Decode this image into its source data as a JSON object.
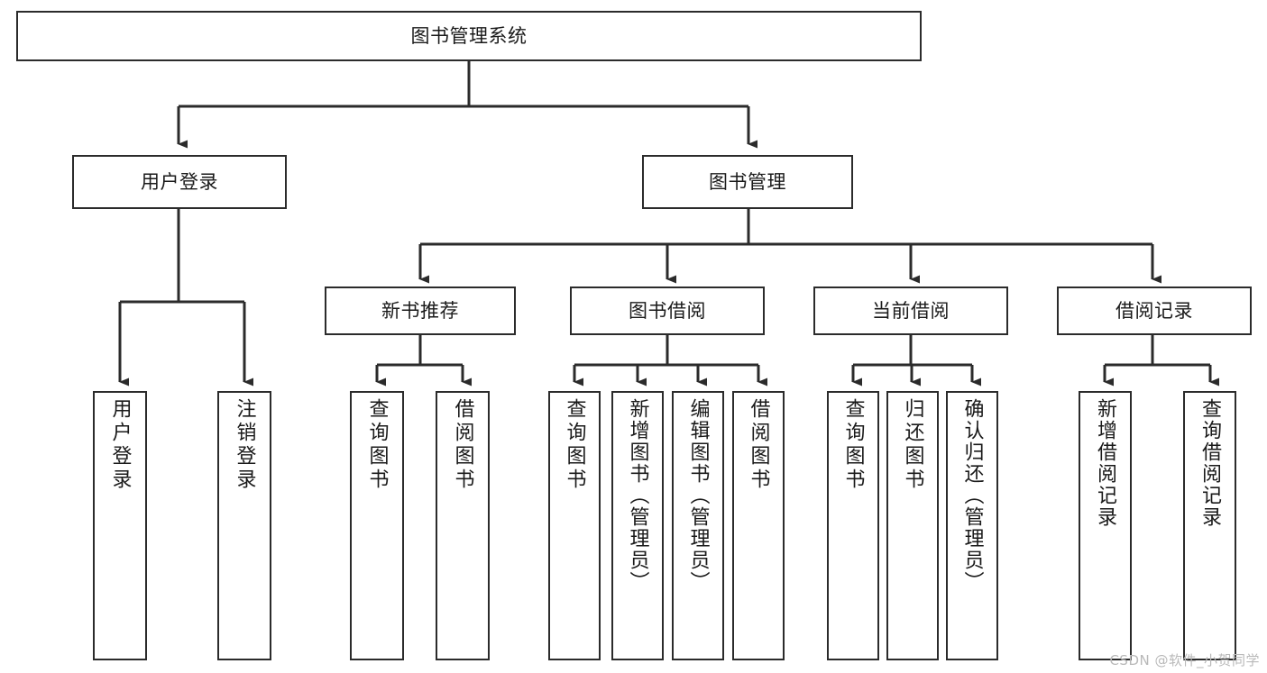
{
  "diagram": {
    "title": "图书管理系统",
    "type": "tree-hierarchy-chart",
    "colors": {
      "box_border": "#2b2b2b",
      "box_fill": "#ffffff",
      "edge": "#2b2b2b",
      "text": "#1a1a1a",
      "watermark": "#b9b9b9",
      "background": "#ffffff"
    },
    "nodes": {
      "root": {
        "label": "图书管理系统"
      },
      "level2": [
        {
          "id": "user-login",
          "label": "用户登录"
        },
        {
          "id": "book-manage",
          "label": "图书管理"
        }
      ],
      "level3": [
        {
          "id": "new-book-recommend",
          "label": "新书推荐"
        },
        {
          "id": "book-borrow",
          "label": "图书借阅"
        },
        {
          "id": "current-borrow",
          "label": "当前借阅"
        },
        {
          "id": "borrow-record",
          "label": "借阅记录"
        }
      ],
      "leaves": {
        "user-login": [
          {
            "id": "leaf-user-login",
            "label": "用户登录"
          },
          {
            "id": "leaf-logout",
            "label": "注销登录"
          }
        ],
        "new-book-recommend": [
          {
            "id": "leaf-query-book-1",
            "label": "查询图书"
          },
          {
            "id": "leaf-borrow-book-1",
            "label": "借阅图书"
          }
        ],
        "book-borrow": [
          {
            "id": "leaf-query-book-2",
            "label": "查询图书"
          },
          {
            "id": "leaf-add-book",
            "label": "新增图书（管理员）"
          },
          {
            "id": "leaf-edit-book",
            "label": "编辑图书（管理员）"
          },
          {
            "id": "leaf-borrow-book-2",
            "label": "借阅图书"
          }
        ],
        "current-borrow": [
          {
            "id": "leaf-query-book-3",
            "label": "查询图书"
          },
          {
            "id": "leaf-return-book",
            "label": "归还图书"
          },
          {
            "id": "leaf-confirm-return",
            "label": "确认归还（管理员）"
          }
        ],
        "borrow-record": [
          {
            "id": "leaf-add-record",
            "label": "新增借阅记录"
          },
          {
            "id": "leaf-query-record",
            "label": "查询借阅记录"
          }
        ]
      }
    },
    "watermark": "CSDN @软件_小贺同学"
  }
}
